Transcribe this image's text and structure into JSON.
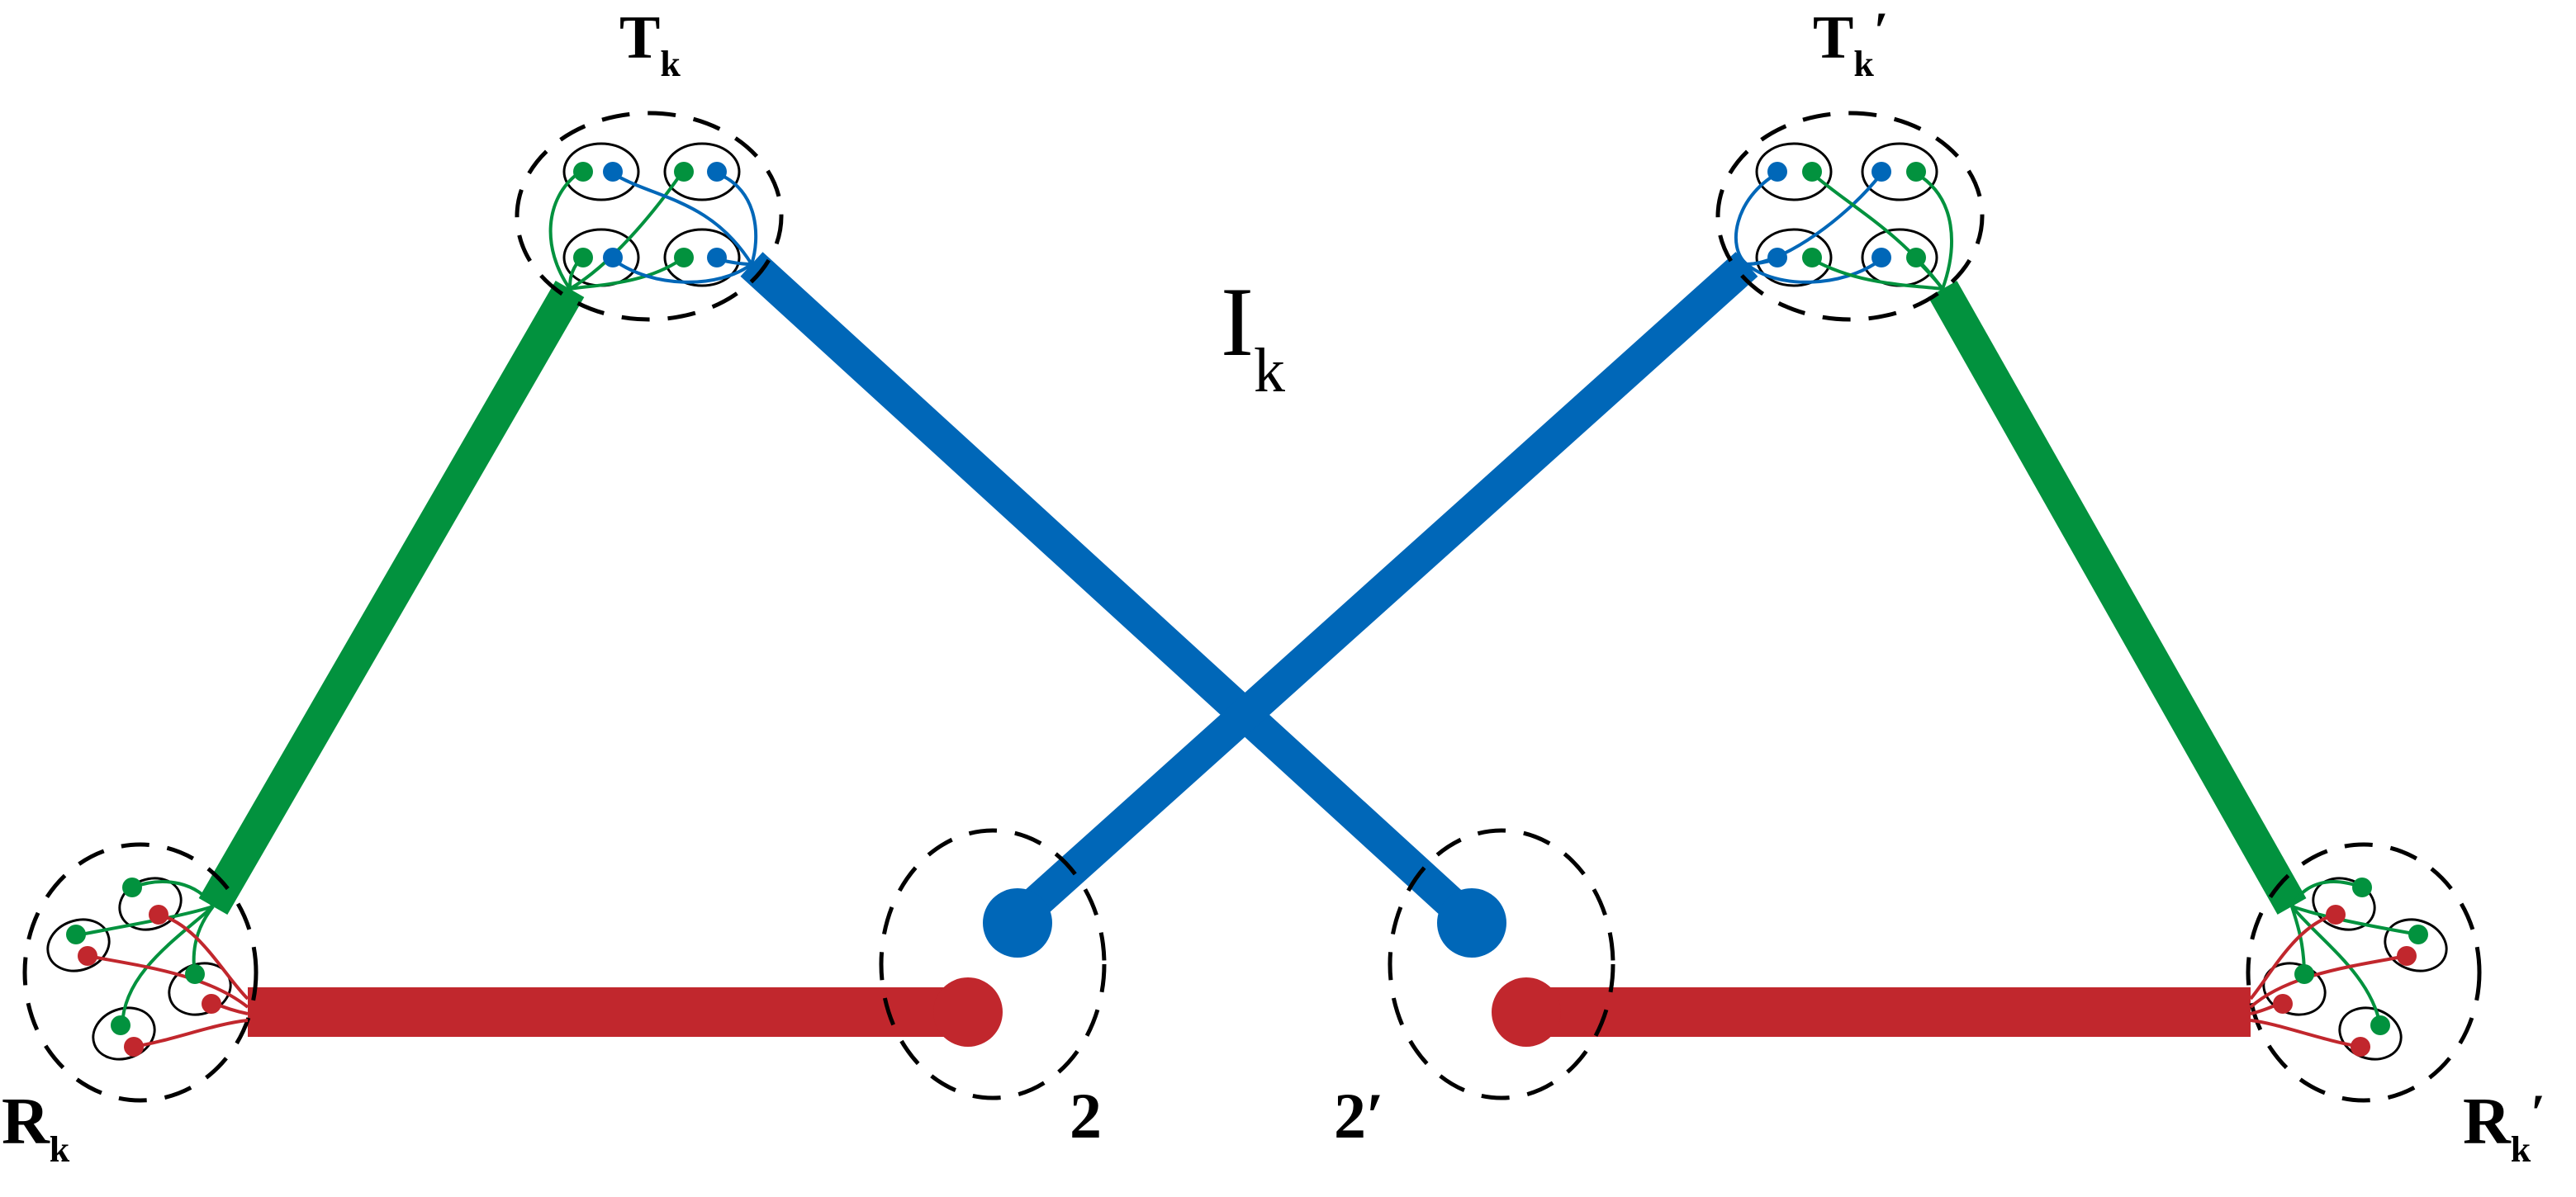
{
  "colors": {
    "green": "#02923e",
    "blue": "#0067b8",
    "red": "#c1272d",
    "black": "#000000"
  },
  "labels": {
    "t_left": {
      "main": "T",
      "sub": "k",
      "prime": ""
    },
    "t_right": {
      "main": "T",
      "sub": "k",
      "prime": "′"
    },
    "r_left": {
      "main": "R",
      "sub": "k",
      "prime": ""
    },
    "r_right": {
      "main": "R",
      "sub": "k",
      "prime": "′"
    },
    "center": {
      "main": "I",
      "sub": "k"
    },
    "node_2": "2",
    "node_2_prime": "2′"
  }
}
